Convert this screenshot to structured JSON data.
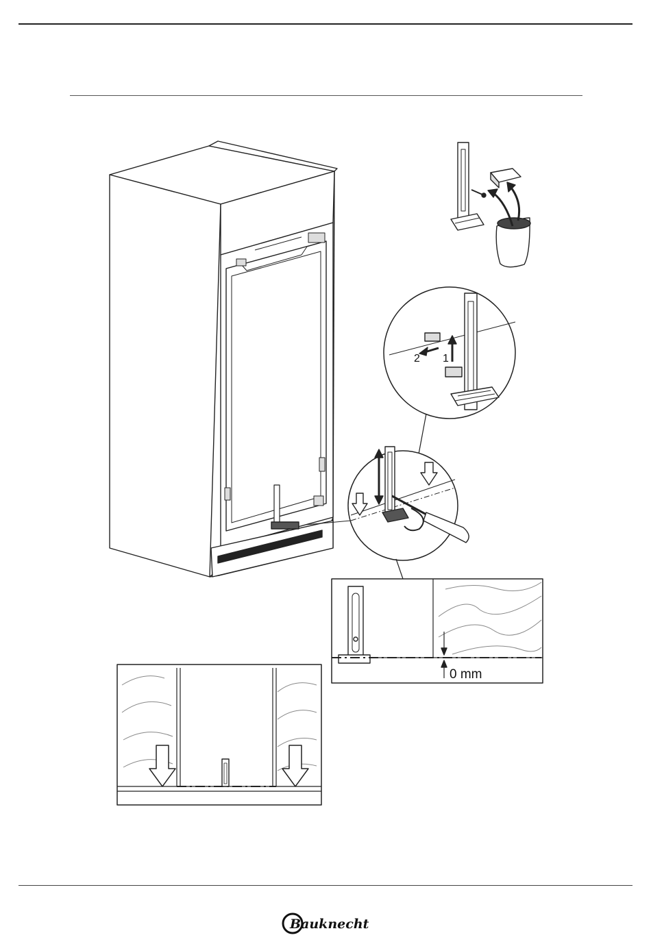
{
  "steps": {
    "step1": "1",
    "step2": "2"
  },
  "gap_label": "0 mm",
  "brand": {
    "name": "Bauknecht"
  }
}
